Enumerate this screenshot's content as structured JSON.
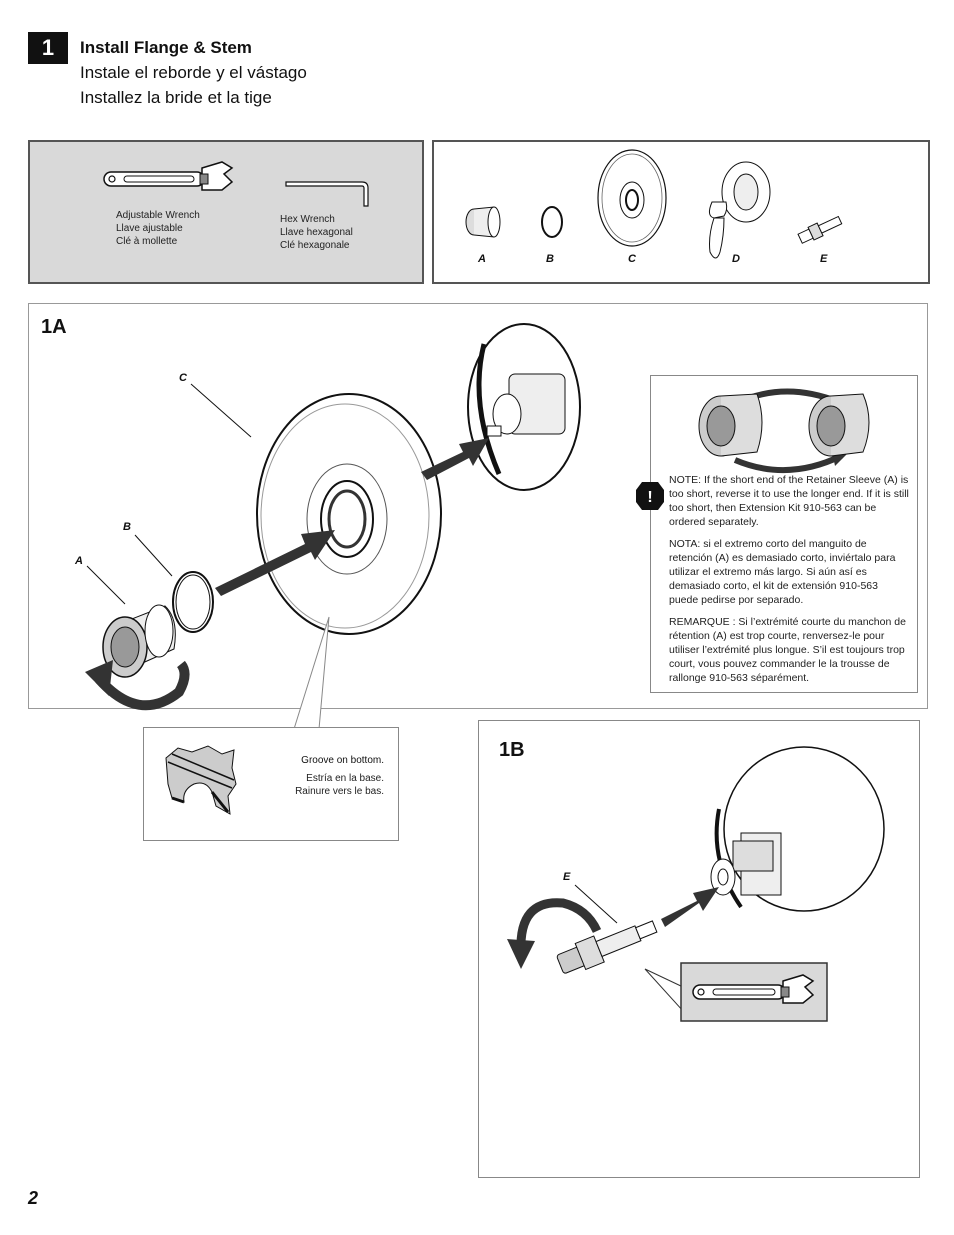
{
  "step": {
    "number": "1",
    "title_en": "Install Flange & Stem",
    "title_es": "Instale el reborde y el vástago",
    "title_fr": "Installez la bride et la tige"
  },
  "tools": [
    {
      "icon": "adjustable-wrench-icon",
      "lines": [
        "Adjustable Wrench",
        "Llave ajustable",
        "Clé à mollette"
      ]
    },
    {
      "icon": "hex-wrench-icon",
      "lines": [
        "Hex Wrench",
        "Llave hexagonal",
        "Clé hexagonale"
      ]
    }
  ],
  "parts": [
    "A",
    "B",
    "C",
    "D",
    "E"
  ],
  "panel_1a": {
    "label": "1A",
    "callouts": {
      "A": "A",
      "B": "B",
      "C": "C"
    },
    "note": {
      "en": "NOTE: If the short end of the Retainer Sleeve (A) is too short, reverse it to use the longer end. If it is still too short, then Extension Kit 910-563 can be ordered separately.",
      "es": "NOTA: si el extremo corto del manguito de retención (A) es demasiado corto, inviértalo para utilizar el extremo más largo. Si aún así es demasiado corto, el kit de extensión 910-563 puede pedirse por separado.",
      "fr": "REMARQUE : Si l’extrémité courte du manchon de rétention (A) est trop courte, renversez-le pour utiliser l’extrémité plus longue. S’il est toujours trop court, vous pouvez commander le la trousse de rallonge 910-563 séparément."
    },
    "groove": {
      "en": "Groove on bottom.",
      "es": "Estría en la base.",
      "fr": "Rainure vers le bas."
    }
  },
  "panel_1b": {
    "label": "1B",
    "callout_e": "E"
  },
  "page_number": "2",
  "colors": {
    "ink": "#111111",
    "tools_bg": "#d9d9d9",
    "arrow": "#333333"
  }
}
